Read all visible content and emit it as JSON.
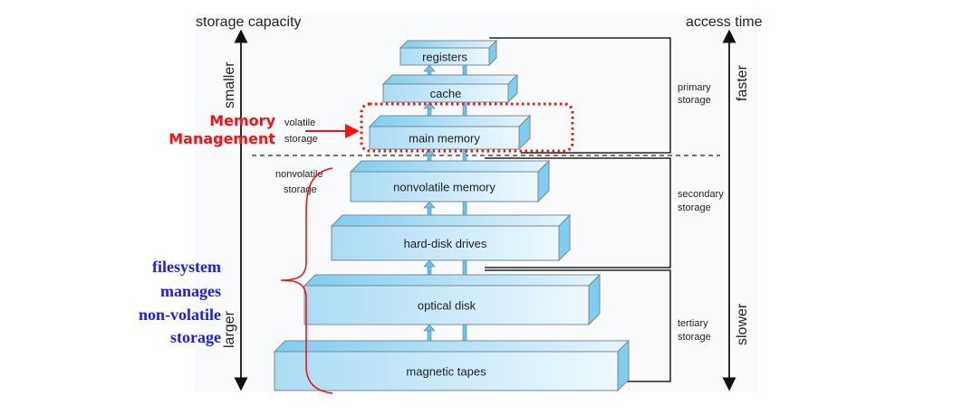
{
  "left_axis": {
    "title": "storage capacity",
    "top_label": "smaller",
    "bottom_label": "larger"
  },
  "right_axis": {
    "title": "access time",
    "top_label": "faster",
    "bottom_label": "slower"
  },
  "levels": [
    {
      "label": "registers"
    },
    {
      "label": "cache"
    },
    {
      "label": "main memory"
    },
    {
      "label": "nonvolatile memory"
    },
    {
      "label": "hard-disk drives"
    },
    {
      "label": "optical disk"
    },
    {
      "label": "magnetic tapes"
    }
  ],
  "groups": {
    "volatile": [
      "volatile",
      "storage"
    ],
    "nonvolatile": [
      "nonvolatile",
      "storage"
    ],
    "primary": [
      "primary",
      "storage"
    ],
    "secondary": [
      "secondary",
      "storage"
    ],
    "tertiary": [
      "tertiary",
      "storage"
    ]
  },
  "annotations": {
    "memory_management": [
      "Memory",
      "Management"
    ],
    "filesystem": [
      "filesystem",
      "manages",
      "non-volatile",
      "storage"
    ],
    "colors": {
      "red": "#ff1010",
      "blue": "#1a1aff",
      "box": "#bfe6f7"
    }
  }
}
